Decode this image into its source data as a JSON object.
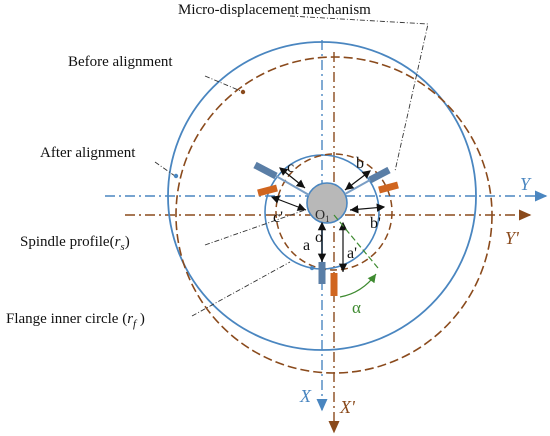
{
  "labels": {
    "micro_displacement": "Micro-displacement mechanism",
    "before_alignment": "Before alignment",
    "after_alignment": "After alignment",
    "spindle_profile": "Spindle profile(",
    "spindle_profile_var": "r",
    "spindle_profile_sub": "s",
    "spindle_profile_close": ")",
    "flange_inner": "Flange inner circle (",
    "flange_inner_var": "r",
    "flange_inner_sub": "f",
    "flange_inner_close": " )"
  },
  "axes": {
    "Y": "Y",
    "Y_prime": "Y'",
    "X": "X",
    "X_prime": "X'"
  },
  "dimensions": {
    "a": "a",
    "a_prime": "a'",
    "b": "b",
    "b_prime": "b'",
    "c": "c",
    "c_prime": "c'",
    "o": "o",
    "O1": "O",
    "O1_sub": "1",
    "alpha": "α"
  },
  "colors": {
    "blue": "#4a86c0",
    "brown": "#8a4a1c",
    "orange": "#d0651f",
    "steel": "#5a7ea6",
    "gray_fill": "#b8b8b8",
    "green": "#3e8a30"
  }
}
